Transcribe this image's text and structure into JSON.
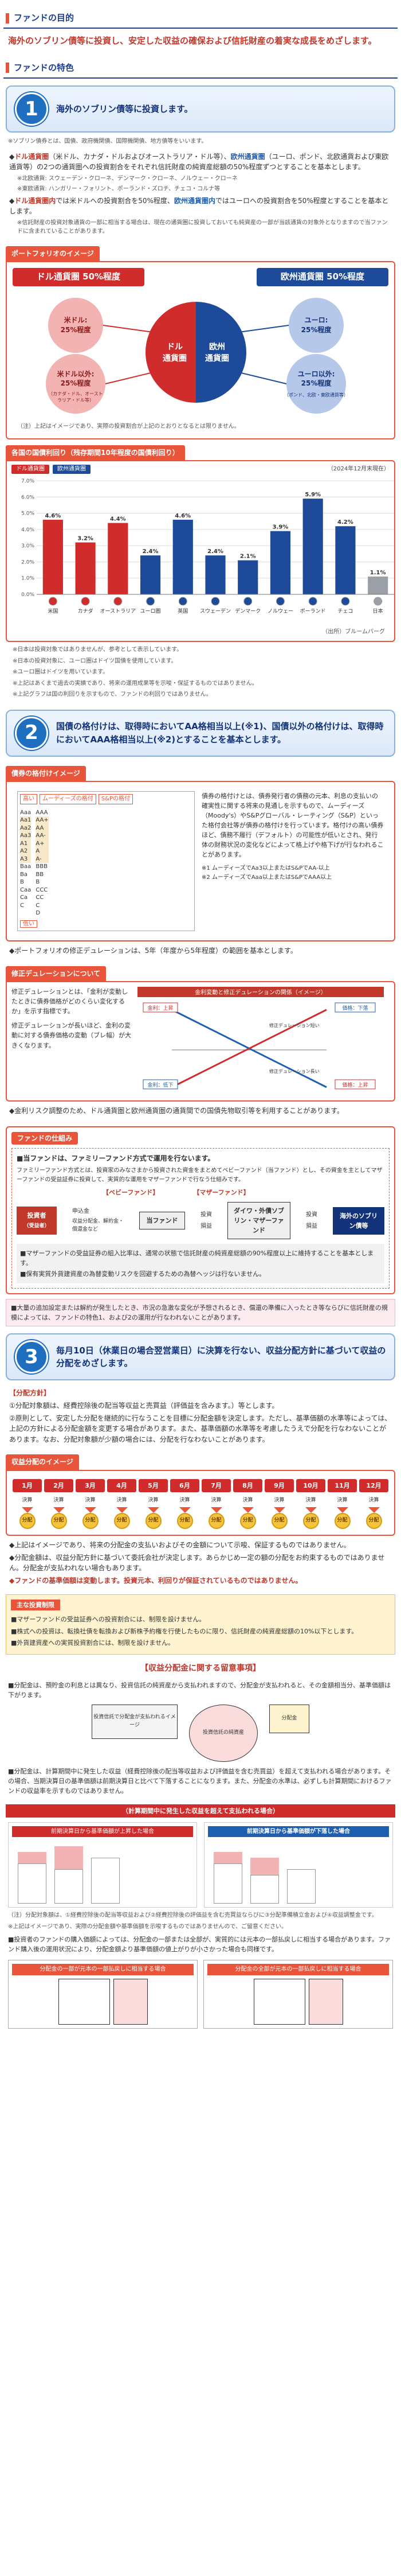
{
  "purpose": {
    "heading": "ファンドの目的",
    "text": "海外のソブリン債等に投資し、安定した収益の確保および信託財産の着実な成長をめざします。"
  },
  "features": {
    "heading": "ファンドの特色"
  },
  "f1": {
    "num": "1",
    "title": "海外のソブリン債等に投資します。",
    "note": "※ソブリン債券とは、国債、政府機関債、国際機関債、地方債等をいいます。",
    "p1_lead": "ドル通貨圏",
    "p1_text": "（米ドル、カナダ・ドルおよびオーストラリア・ドル等）、",
    "p1_lead2": "欧州通貨圏",
    "p1_text2": "（ユーロ、ポンド、北欧通貨および東欧通貨等）の2つの通貨圏への投資割合をそれぞれ信託財産の純資産総額の50%程度ずつとすることを基本とします。",
    "p1_sub1": "※北欧通貨: スウェーデン・クローネ、デンマーク・クローネ、ノルウェー・クローネ",
    "p1_sub2": "※東欧通貨: ハンガリー・フォリント、ポーランド・ズロチ、チェコ・コルナ等",
    "p2_lead": "ドル通貨圏内",
    "p2_text": "では米ドルへの投資割合を50%程度、",
    "p2_lead2": "欧州通貨圏内",
    "p2_text2": "ではユーロへの投資割合を50%程度とすることを基本とします。",
    "p2_sub": "※信託財産の投資対象通貨の一部に相当する場合は、現在の通貨圏に投資しておいても純資産の一部が当該通貨の対象外となりますので当ファンドに含まれていることがあります。"
  },
  "portfolio": {
    "heading": "ポートフォリオのイメージ",
    "dollar_tag": "ドル通貨圏 50%程度",
    "euro_tag": "欧州通貨圏 50%程度",
    "dollar_usd": "米ドル: 25%程度",
    "dollar_other": "米ドル以外: 25%程度",
    "dollar_other_sub": "（カナダ・ドル、オーストラリア・ドル等）",
    "euro_eur": "ユーロ: 25%程度",
    "euro_other": "ユーロ以外: 25%程度",
    "euro_other_sub": "（ポンド、北欧・東欧通貨等）",
    "center_left": "ドル通貨圏",
    "center_right": "欧州通貨圏",
    "note": "（注）上記はイメージであり、実際の投資割合が上記のとおりとなるとは限りません。"
  },
  "chart_data": {
    "type": "bar",
    "title": "各国の国債利回り（残存期間10年程度の国債利回り）",
    "date_note": "（2024年12月末現在）",
    "categories": [
      "米国",
      "カナダ",
      "オーストラリア",
      "ユーロ圏",
      "英国",
      "スウェーデン",
      "デンマーク",
      "ノルウェー",
      "ポーランド",
      "チェコ",
      "日本"
    ],
    "values": [
      4.6,
      3.2,
      4.4,
      2.4,
      4.6,
      2.4,
      2.1,
      3.9,
      5.9,
      4.2,
      1.1
    ],
    "value_labels": [
      "4.6%",
      "3.2%",
      "4.4%",
      "2.4%",
      "4.6%",
      "2.4%",
      "2.1%",
      "3.9%",
      "5.9%",
      "4.2%",
      "1.1%"
    ],
    "groups": [
      "dollar",
      "dollar",
      "dollar",
      "euro",
      "euro",
      "euro",
      "euro",
      "euro",
      "euro",
      "euro",
      "japan"
    ],
    "legend": [
      "ドル通貨圏",
      "欧州通貨圏"
    ],
    "ylim": [
      0,
      7
    ],
    "y_ticks": [
      "0.0%",
      "1.0%",
      "2.0%",
      "3.0%",
      "4.0%",
      "5.0%",
      "6.0%",
      "7.0%"
    ],
    "source": "（出所）ブルームバーグ",
    "colors": {
      "dollar": "#d12c2c",
      "euro": "#1d4b9a",
      "japan": "#9aa0a6"
    }
  },
  "chart_notes": [
    "※日本は投資対象ではありませんが、参考として表示しています。",
    "※日本の投資対象に、ユーロ圏はドイツ国債を使用しています。",
    "※ユーロ圏はドイツを用いています。",
    "※上記はあくまで過去の実績であり、将来の運用成果等を示唆・保証するものではありません。",
    "※上記グラフは国の利回りを示すもので、ファンドの利回りではありません。"
  ],
  "f2": {
    "num": "2",
    "title": "国債の格付けは、取得時においてAA格相当以上(※1)、国債以外の格付けは、取得時においてAAA格相当以上(※2)とすることを基本とします。",
    "rating_head": "債券の格付けイメージ",
    "agency1": "ムーディーズの格付",
    "agency2": "S&Pの格付",
    "high": "高い",
    "low": "低い",
    "col1": [
      "Aaa",
      "Aa1",
      "Aa2",
      "Aa3",
      "A1",
      "A2",
      "A3",
      "Baa",
      "Ba",
      "B",
      "Caa",
      "Ca",
      "C"
    ],
    "col2": [
      "AAA",
      "AA+",
      "AA",
      "AA-",
      "A+",
      "A",
      "A-",
      "BBB",
      "BB",
      "B",
      "CCC",
      "CC",
      "C",
      "D"
    ],
    "right_text": "債券の格付けとは、債券発行者の債務の元本、利息の支払いの確実性に関する将来の見通しを示すもので、ムーディーズ（Moody's）やS&Pグローバル・レーティング（S&P）といった格付会社等が債券の格付けを行っています。格付けの高い債券ほど、債務不履行（デフォルト）の可能性が低いとされ、発行体の財務状況の変化などによって格上げや格下げが行なわれることがあります。",
    "right_note1": "※1 ムーディーズでAa3以上またはS&PでAA-以上",
    "right_note2": "※2 ムーディーズでAaa以上またはS&PでAAA以上",
    "bullet": "ポートフォリオの修正デュレーションは、5年（年度から5年程度）の範囲を基本とします。"
  },
  "duration": {
    "heading": "修正デュレーションについて",
    "p1": "修正デュレーションとは、「金利が変動したときに債券価格がどのくらい変化するか」を示す指標です。",
    "p2": "修正デュレーションが長いほど、金利の変動に対する債券価格の変動（ブレ幅）が大きくなります。",
    "img_title": "金利変動と修正デュレーションの関係（イメージ）",
    "up": "金利：上昇",
    "down": "金利：低下",
    "price_down": "価格：下落",
    "price_up": "価格：上昇",
    "short": "修正デュレーション短い",
    "long": "修正デュレーション長い",
    "bullet": "金利リスク調整のため、ドル通貨圏と欧州通貨圏の通貨間での国債先物取引等を利用することがあります。"
  },
  "fund_structure": {
    "title": "ファンドの仕組み",
    "lead": "当ファンドは、ファミリーファンド方式で運用を行ないます。",
    "desc": "ファミリーファンド方式とは、投資家のみなさまから投資された資金をまとめてベビーファンド（当ファンド）とし、その資金を主としてマザーファンドの受益証券に投資して、実質的な運用をマザーファンドで行なう仕組みです。",
    "baby": "【ベビーファンド】",
    "mother": "【マザーファンド】",
    "investor": "投資者",
    "investor_sub": "（受益者）",
    "fund": "当ファンド",
    "mother_fund": "ダイワ・外債ソブリン・マザーファンド",
    "sovereign": "海外のソブリン債等",
    "apply": "申込金",
    "dist": "収益分配金、解約金・償還金など",
    "invest": "投資",
    "gain": "損益",
    "notes": [
      "マザーファンドの受益証券の組入比率は、通常の状態で信託財産の純資産総額の90%程度以上に維持することを基本とします。",
      "保有実質外貨建資産の為替変動リスクを回避するための為替ヘッジは行ないません。"
    ],
    "warn": "大量の追加設定または解約が発生したとき、市況の急激な変化が予想されるとき、償還の準備に入ったとき等ならびに信託財産の規模によっては、ファンドの特色1、および2の運用が行なわれないことがあります。"
  },
  "f3": {
    "num": "3",
    "title": "毎月10日（休業日の場合翌営業日）に決算を行ない、収益分配方針に基づいて収益の分配をめざします。",
    "policy_head": "【分配方針】",
    "p1": "分配対象額は、経費控除後の配当等収益と売買益（評価益を含みます。）等とします。",
    "p2": "原則として、安定した分配を継続的に行なうことを目標に分配金額を決定します。ただし、基準価額の水準等によっては、上記の方針による分配金額を変更する場合があります。また、基準価額の水準等を考慮したうえで分配を行なわないことがあります。なお、分配対象額が少額の場合には、分配を行なわないことがあります。",
    "img_head": "収益分配のイメージ",
    "months": [
      "1月",
      "2月",
      "3月",
      "4月",
      "5月",
      "6月",
      "7月",
      "8月",
      "9月",
      "10月",
      "11月",
      "12月"
    ],
    "settle": "決算",
    "coin": "分配",
    "after_note1": "上記はイメージであり、将来の分配金の支払いおよびその金額について示唆、保証するものではありません。",
    "after_note2": "分配金額は、収益分配方針に基づいて委託会社が決定します。あらかじめ一定の額の分配をお約束するものではありません。分配金が支払われない場合もあります。",
    "after_note3": "ファンドの基準価額は変動します。投資元本、利回りが保証されているものではありません。"
  },
  "risk": {
    "title": "主な投資制限",
    "items": [
      "マザーファンドの受益証券への投資割合には、制限を設けません。",
      "株式への投資は、転換社債を転換および新株予約権を行使したものに限り、信託財産の純資産総額の10%以下とします。",
      "外貨建資産への実質投資割合には、制限を設けません。"
    ]
  },
  "distribution_notes": {
    "heading": "【収益分配金に関する留意事項】",
    "p1": "分配金は、預貯金の利息とは異なり、投資信託の純資産から支払われますので、分配金が支払われると、その金額相当分、基準価額は下がります。",
    "diagram_a": "投資信託で分配金が支払われるイメージ",
    "diagram_b": "投資信託の純資産",
    "diagram_c": "分配金",
    "p2": "分配金は、計算期間中に発生した収益（経費控除後の配当等収益および評価益を含む売買益）を超えて支払われる場合があります。その場合、当期決算日の基準価額は前期決算日と比べて下落することになります。また、分配金の水準は、必ずしも計算期間におけるファンドの収益率を示すものではありません。",
    "sub_head": "（計算期間中に発生した収益を超えて支払われる場合）",
    "case1": "前期決算日から基準価額が上昇した場合",
    "case2": "前期決算日から基準価額が下落した場合",
    "footnote1": "（注）分配対象額は、①経費控除後の配当等収益および②経費控除後の評価益を含む売買益ならびに③分配準備積立金および④収益調整金です。",
    "footnote2": "※上記はイメージであり、実際の分配金額や基準価額を示唆するものではありませんので、ご留意ください。",
    "p3": "投資者のファンドの購入価額によっては、分配金の一部または全部が、実質的には元本の一部払戻しに相当する場合があります。ファンド購入後の運用状況により、分配金額より基準価額の値上がりが小さかった場合も同様です。",
    "last_left": "分配金の一部が元本の一部払戻しに相当する場合",
    "last_right": "分配金の全部が元本の一部払戻しに相当する場合"
  }
}
